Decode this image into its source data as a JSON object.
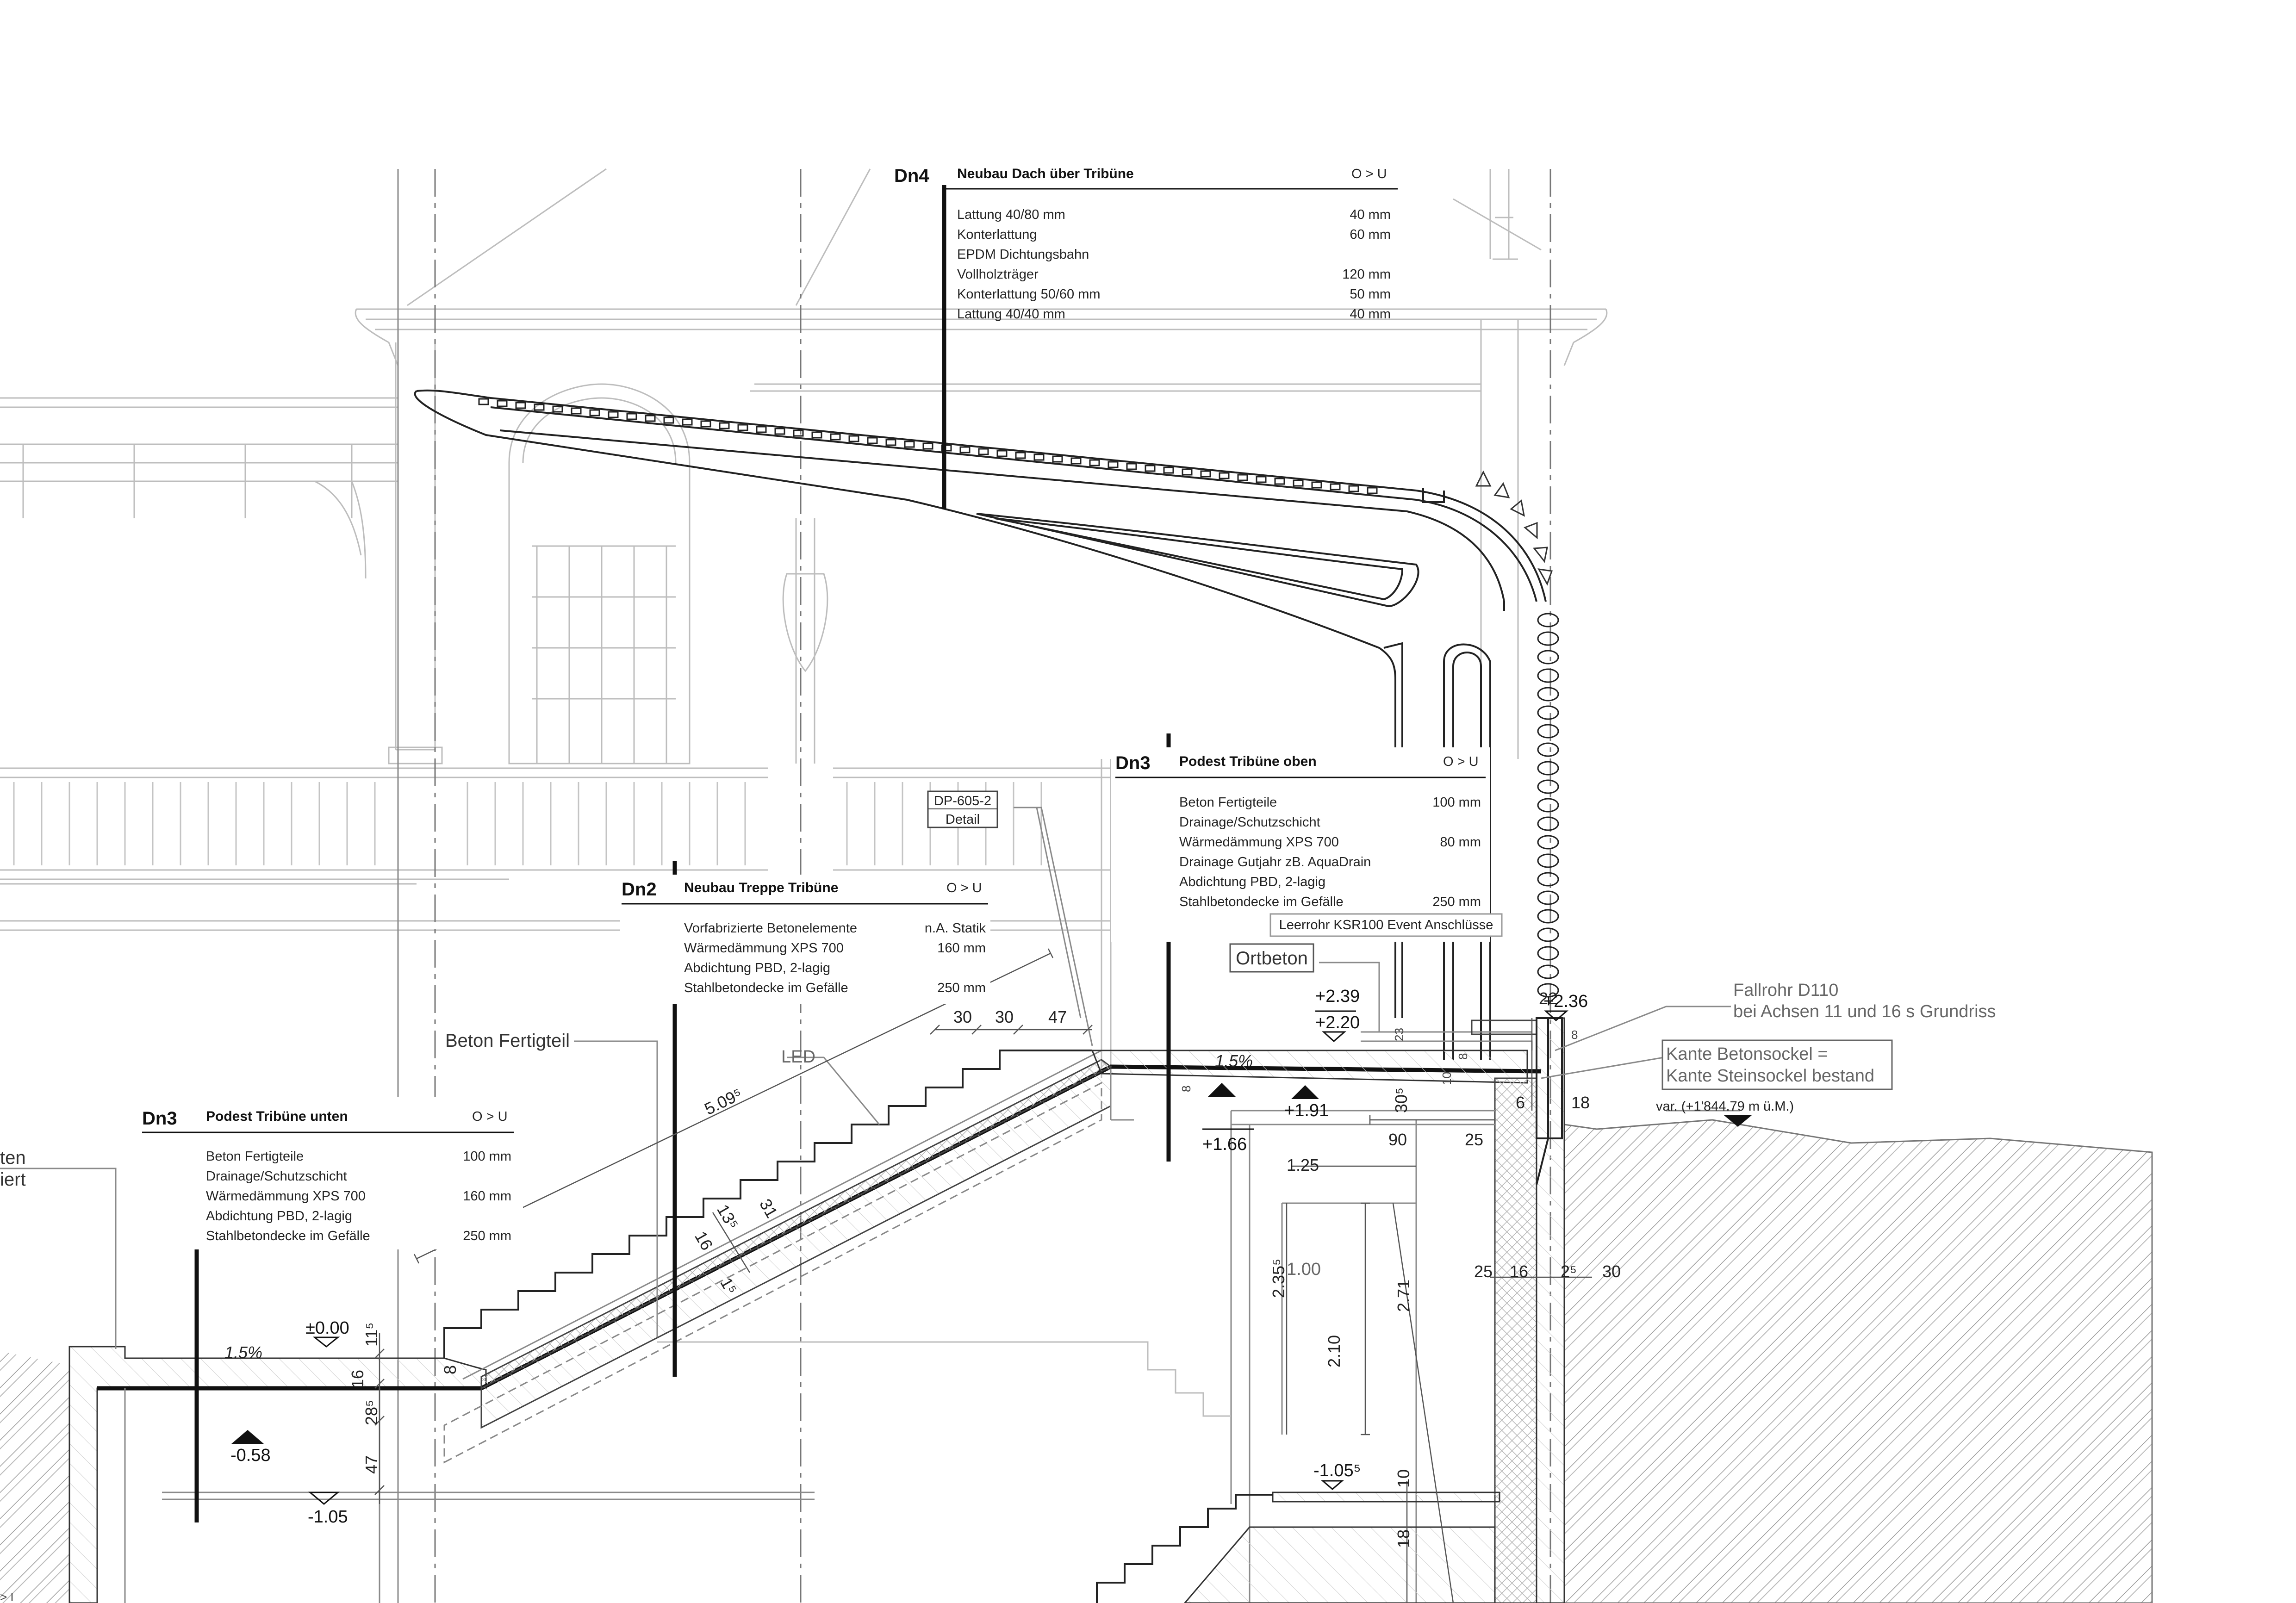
{
  "legends": [
    {
      "code": "Dn4",
      "title": "Neubau Dach über Tribüne",
      "order": "O > U",
      "items": [
        {
          "name": "Lattung 40/80 mm",
          "value": "40 mm"
        },
        {
          "name": "Konterlattung",
          "value": "60 mm"
        },
        {
          "name": "EPDM Dichtungsbahn",
          "value": ""
        },
        {
          "name": "Vollholzträger",
          "value": "120 mm"
        },
        {
          "name": "Konterlattung 50/60 mm",
          "value": "50 mm"
        },
        {
          "name": "Lattung 40/40 mm",
          "value": "40 mm"
        }
      ]
    },
    {
      "code": "Dn3",
      "title": "Podest Tribüne oben",
      "order": "O > U",
      "items": [
        {
          "name": "Beton Fertigteile",
          "value": "100 mm"
        },
        {
          "name": "Drainage/Schutzschicht",
          "value": ""
        },
        {
          "name": "Wärmedämmung XPS 700",
          "value": "80 mm"
        },
        {
          "name": "Drainage Gutjahr zB. AquaDrain",
          "value": ""
        },
        {
          "name": "Abdichtung PBD, 2-lagig",
          "value": ""
        },
        {
          "name": "Stahlbetondecke im Gefälle",
          "value": "250 mm"
        }
      ]
    },
    {
      "code": "Dn2",
      "title": "Neubau Treppe Tribüne",
      "order": "O > U",
      "items": [
        {
          "name": "Vorfabrizierte Betonelemente",
          "value": "n.A. Statik"
        },
        {
          "name": "Wärmedämmung XPS 700",
          "value": "160 mm"
        },
        {
          "name": "Abdichtung PBD, 2-lagig",
          "value": ""
        },
        {
          "name": "Stahlbetondecke im Gefälle",
          "value": "250 mm"
        }
      ]
    },
    {
      "code": "Dn3",
      "title": "Podest Tribüne unten",
      "order": "O > U",
      "items": [
        {
          "name": "Beton Fertigteile",
          "value": "100 mm"
        },
        {
          "name": "Drainage/Schutzschicht",
          "value": ""
        },
        {
          "name": "Wärmedämmung XPS 700",
          "value": "160 mm"
        },
        {
          "name": "Abdichtung PBD, 2-lagig",
          "value": ""
        },
        {
          "name": "Stahlbetondecke im Gefälle",
          "value": "250 mm"
        }
      ]
    }
  ],
  "labels": {
    "detail_ref": "DP-605-2",
    "detail_word": "Detail",
    "leerrohr": "Leerrohr KSR100 Event Anschlüsse",
    "ortbeton": "Ortbeton",
    "beton_fertigteil": "Beton Fertigteil",
    "led": "LED",
    "fallrohr_line1": "Fallrohr D110",
    "fallrohr_line2": "bei Achsen 11 und 16 s Grundriss",
    "kante_line1": "Kante Betonsockel =",
    "kante_line2": "Kante Steinsockel bestand",
    "var_level": "var. (+1'844.79 m ü.M.)",
    "left_cut_1": "ten",
    "left_cut_2": "iert",
    "left_cut_3": "> I"
  },
  "levels": {
    "plus_2_39": "+2.39",
    "plus_2_20": "+2.20",
    "plus_2_36": "+2.36",
    "plus_1_91": "+1.91",
    "plus_1_66": "+1.66",
    "pm_0_00": "±0.00",
    "minus_0_58": "-0.58",
    "minus_1_05": "-1.05",
    "minus_1_05_5": "-1.05⁵"
  },
  "dims": {
    "d30a": "30",
    "d30b": "30",
    "d47": "47",
    "d5095": "5.09⁵",
    "d31": "31",
    "d13": "13⁵",
    "d16s": "16",
    "d15": "1⁵",
    "slope_low": "1.5%",
    "slope_high": "1.5%",
    "d115": "11⁵",
    "d16": "16",
    "d285": "28⁵",
    "d47v": "47",
    "d8l": "8",
    "d22": "22",
    "d8r": "8",
    "d18": "18",
    "d6": "6",
    "d23": "23",
    "d10": "10",
    "d8m": "8",
    "d8p": "8",
    "d305": "30⁵",
    "d90": "90",
    "d25a": "25",
    "d125": "1.25",
    "d100": "1.00",
    "d2355": "2.35⁵",
    "d210": "2.10",
    "d271": "2.71",
    "d25b": "25",
    "d16b": "16",
    "d25c": "2⁵",
    "d30r": "30",
    "d10b": "10",
    "d18b": "18"
  }
}
